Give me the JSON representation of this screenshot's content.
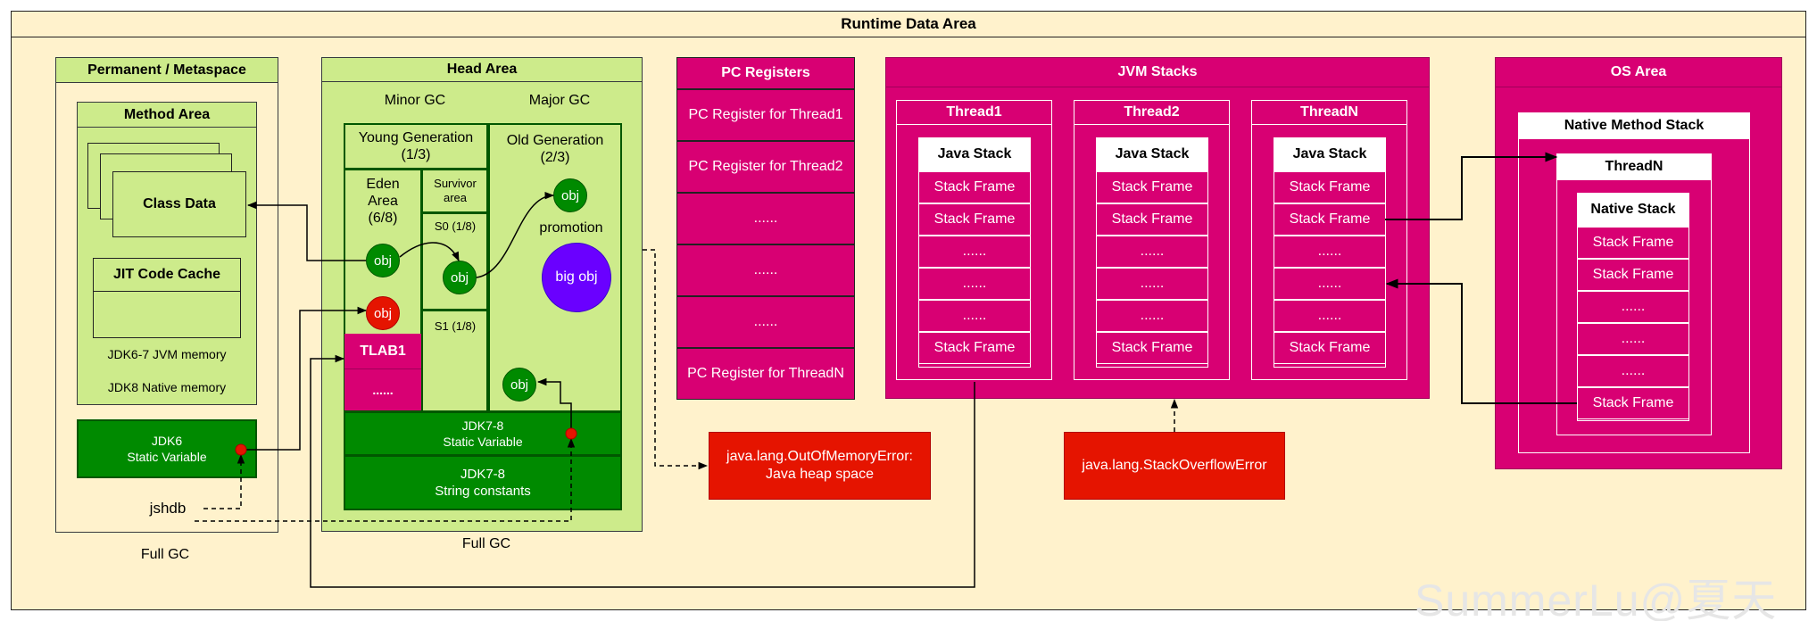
{
  "title": "Runtime Data Area",
  "colors": {
    "background": "#fff2cc",
    "green": "#cdeb8b",
    "dark_green": "#008a00",
    "magenta": "#d80073",
    "red": "#e51400",
    "purple": "#6a00ff"
  },
  "metaspace": {
    "title": "Permanent / Metaspace",
    "method_area": "Method Area",
    "class_data": "Class Data",
    "jit_code_cache": "JIT Code Cache",
    "jdk67_note": "JDK6-7 JVM memory",
    "jdk8_note": "JDK8 Native memory",
    "static_variable": "JDK6\nStatic Variable",
    "full_gc": "Full GC"
  },
  "jshdb": "jshdb",
  "heap": {
    "title": "Head Area",
    "minor_gc": "Minor GC",
    "major_gc": "Major GC",
    "young_gen": "Young Generation\n(1/3)",
    "old_gen": "Old Generation\n(2/3)",
    "eden": "Eden\nArea\n(6/8)",
    "survivor": "Survivor\narea",
    "s0": "S0 (1/8)",
    "s1": "S1 (1/8)",
    "obj": "obj",
    "promotion": "promotion",
    "big_obj": "big obj",
    "tlab": "TLAB1",
    "ellipsis": "......",
    "jdk78_static": "JDK7-8\nStatic Variable",
    "jdk78_strings": "JDK7-8\nString constants",
    "full_gc": "Full GC"
  },
  "pc_registers": {
    "title": "PC Registers",
    "rows": [
      "PC Register for Thread1",
      "PC Register for Thread2",
      "......",
      "......",
      "......",
      "PC Register for ThreadN"
    ]
  },
  "jvm_stacks": {
    "title": "JVM Stacks",
    "threads": [
      {
        "name": "Thread1",
        "stack": "Java Stack",
        "frames": [
          "Stack Frame",
          "Stack Frame",
          "......",
          "......",
          "......",
          "Stack Frame"
        ]
      },
      {
        "name": "Thread2",
        "stack": "Java Stack",
        "frames": [
          "Stack Frame",
          "Stack Frame",
          "......",
          "......",
          "......",
          "Stack Frame"
        ]
      },
      {
        "name": "ThreadN",
        "stack": "Java Stack",
        "frames": [
          "Stack Frame",
          "Stack Frame",
          "......",
          "......",
          "......",
          "Stack Frame"
        ]
      }
    ]
  },
  "os_area": {
    "title": "OS Area",
    "native_method_stack": "Native Method Stack",
    "thread": "ThreadN",
    "native_stack": "Native Stack",
    "frames": [
      "Stack Frame",
      "Stack Frame",
      "......",
      "......",
      "......",
      "Stack Frame"
    ]
  },
  "errors": {
    "oom": "java.lang.OutOfMemoryError:\nJava heap space",
    "so": "java.lang.StackOverflowError"
  },
  "watermark": "SummerLu@夏天"
}
